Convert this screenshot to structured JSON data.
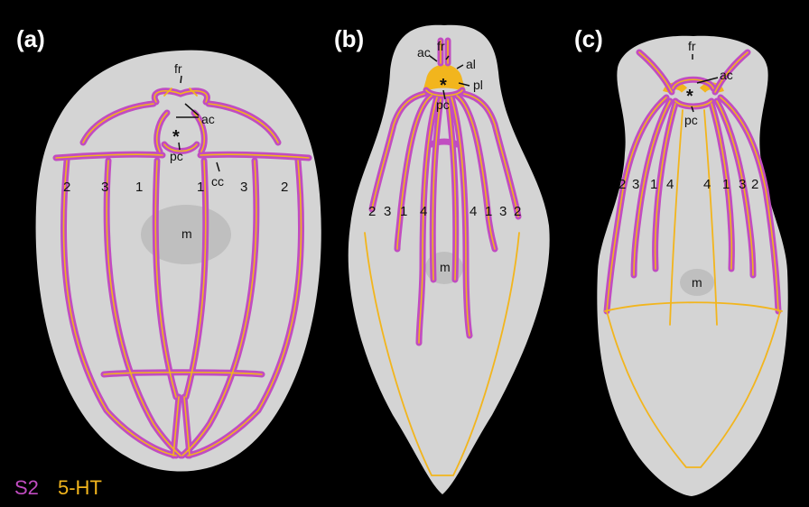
{
  "panels": [
    {
      "id": "a",
      "label": "(a)",
      "annotations": {
        "fr": "fr",
        "ac": "ac",
        "pc": "pc",
        "cc": "cc",
        "m": "m",
        "star": "*"
      },
      "nerve_numbers": [
        "2",
        "3",
        "1",
        "1",
        "3",
        "2"
      ]
    },
    {
      "id": "b",
      "label": "(b)",
      "annotations": {
        "fr": "fr",
        "ac": "ac",
        "al": "al",
        "pl": "pl",
        "pc": "pc",
        "m": "m",
        "star": "*"
      },
      "nerve_numbers": [
        "2",
        "3",
        "1",
        "4",
        "4",
        "1",
        "3",
        "2"
      ]
    },
    {
      "id": "c",
      "label": "(c)",
      "annotations": {
        "fr": "fr",
        "ac": "ac",
        "pc": "pc",
        "m": "m",
        "star": "*"
      },
      "nerve_numbers": [
        "2",
        "3",
        "1",
        "4",
        "4",
        "1",
        "3",
        "2"
      ]
    }
  ],
  "legend": [
    {
      "label": "S2",
      "color": "#c14cc1"
    },
    {
      "label": "5-HT",
      "color": "#f2b51d"
    }
  ],
  "colors": {
    "background": "#000000",
    "body": "#d4d4d4",
    "s2_magenta": "#c14cc1",
    "serotonin_yellow": "#f2b51d"
  }
}
